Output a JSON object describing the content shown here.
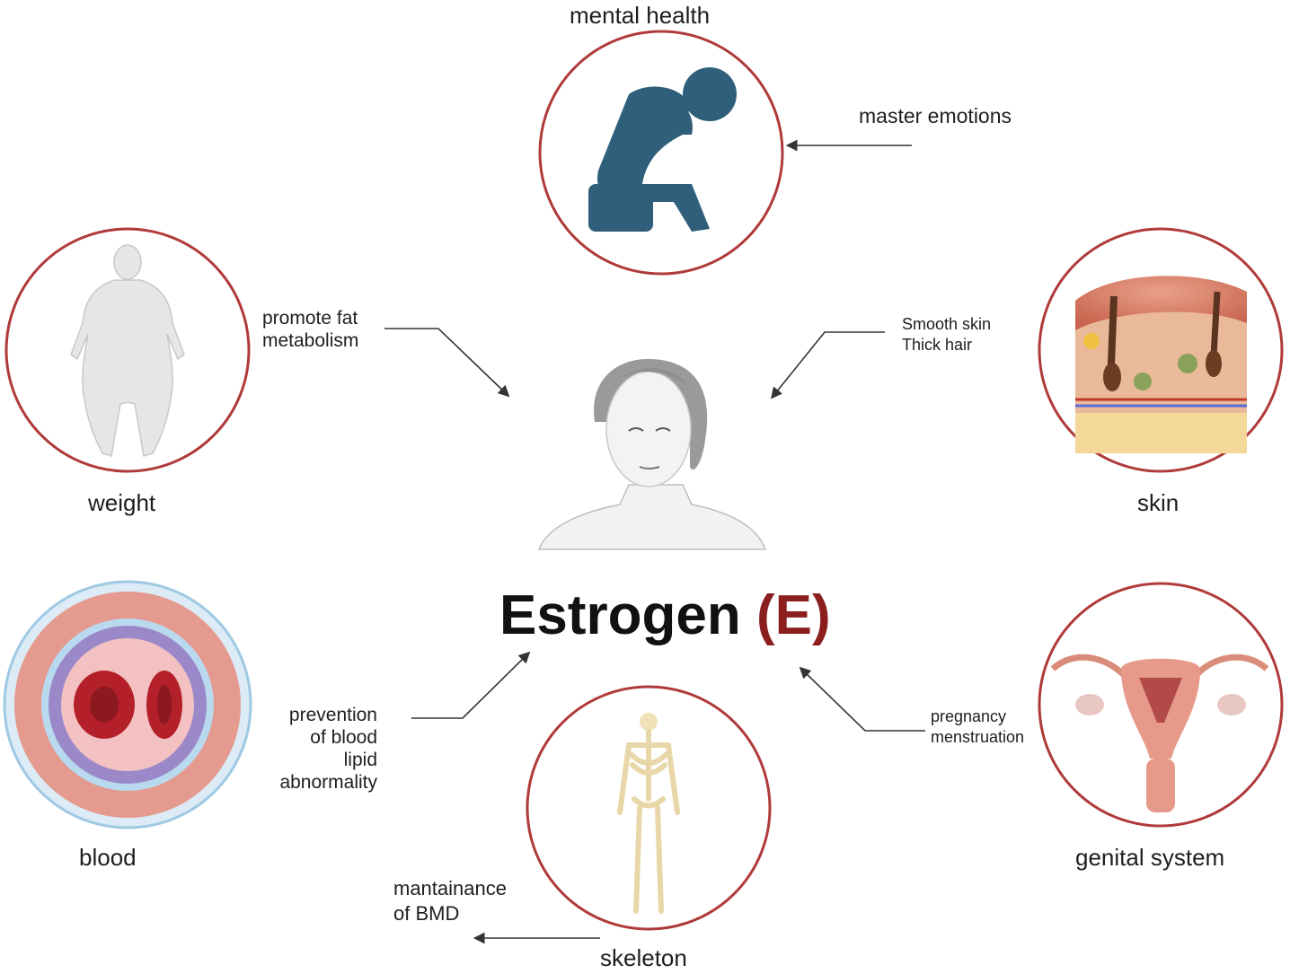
{
  "center": {
    "title_word": "Estrogen",
    "title_symbol": "(E)"
  },
  "nodes": {
    "mental_health": {
      "caption": "mental health",
      "note": "master emotions"
    },
    "weight": {
      "caption": "weight",
      "note_lines": [
        "promote fat",
        "metabolism"
      ]
    },
    "skin": {
      "caption": "skin",
      "note_lines": [
        "Smooth skin",
        "Thick hair"
      ]
    },
    "blood": {
      "caption": "blood",
      "note_lines": [
        "prevention",
        "of blood",
        "lipid",
        "abnormality"
      ]
    },
    "genital_system": {
      "caption": "genital system",
      "note_lines": [
        "pregnancy",
        "menstruation"
      ]
    },
    "skeleton": {
      "caption": "skeleton",
      "note_lines": [
        "mantainance",
        "of BMD"
      ]
    }
  },
  "colors": {
    "ring": "#b03a3a",
    "accent_title": "#8b1f1f",
    "mental_icon": "#2f5f7a",
    "arrow": "#333333"
  }
}
